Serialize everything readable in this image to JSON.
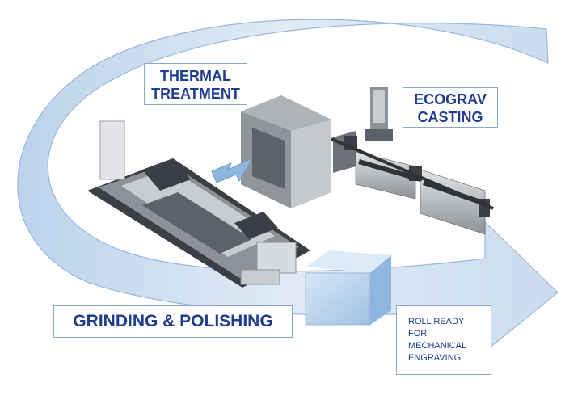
{
  "labels": {
    "thermal_treatment": [
      "THERMAL",
      "TREATMENT"
    ],
    "ecograv_casting": [
      "ECOGRAV",
      "CASTING"
    ],
    "grinding_polishing": "GRINDING & POLISHING",
    "roll_ready": [
      "ROLL READY",
      "FOR",
      "MECHANICAL",
      "ENGRAVING"
    ]
  },
  "colors": {
    "flow_arrow": "#c9dcef",
    "flow_arrow_edge": "#8fb0d6",
    "label_text": "#1f3c8f",
    "label_border": "#8fa6cc",
    "machine_dark": "#3b3f45",
    "machine_grey": "#9aa0a6",
    "machine_light": "#d9dcdf",
    "roll_box": "#bcd6ef"
  }
}
